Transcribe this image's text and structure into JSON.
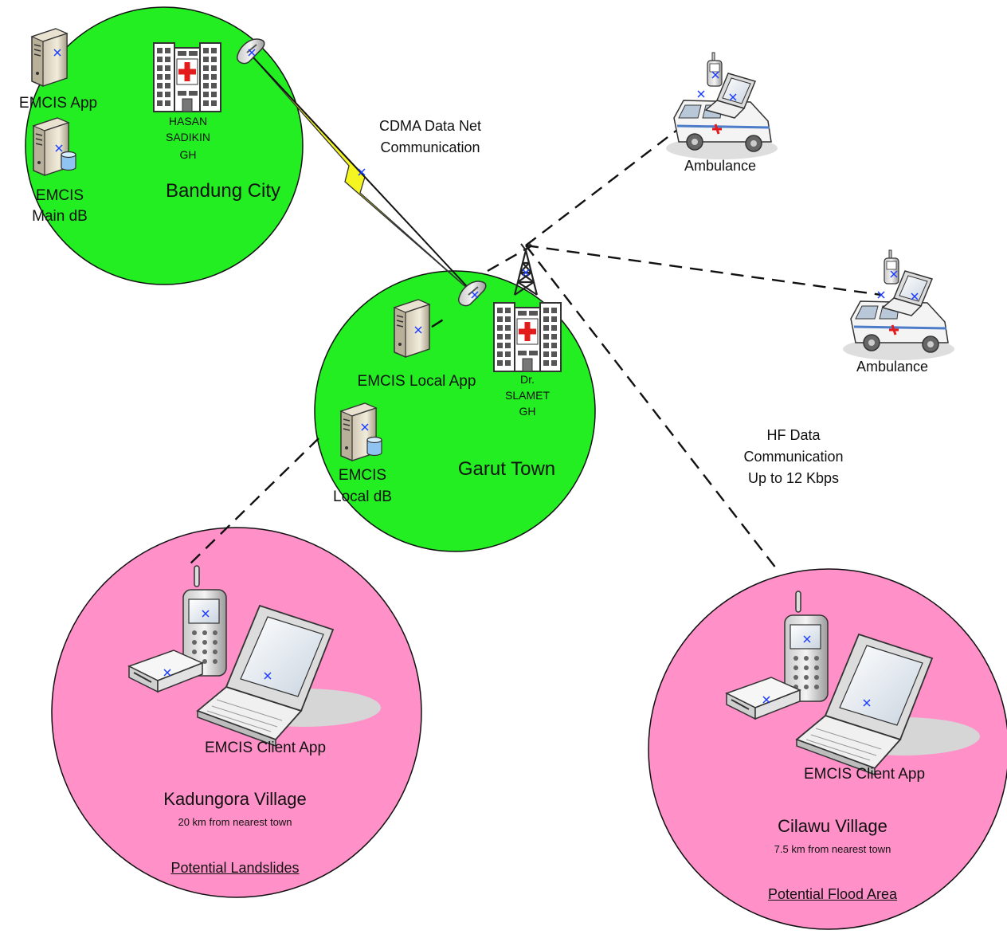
{
  "regions": {
    "bandung": {
      "name": "Bandung City"
    },
    "garut": {
      "name": "Garut Town"
    },
    "kadungora": {
      "name": "Kadungora Village",
      "distance": "20 km from nearest town",
      "risk": "Potential Landslides"
    },
    "cilawu": {
      "name": "Cilawu Village",
      "distance": "7.5 km from nearest town",
      "risk": "Potential Flood Area"
    }
  },
  "nodes": {
    "emcis_app": "EMCIS App",
    "emcis_main_db_1": "EMCIS",
    "emcis_main_db_2": "Main dB",
    "hasan_1": "HASAN",
    "hasan_2": "SADIKIN",
    "hasan_3": "GH",
    "emcis_local_app": "EMCIS Local App",
    "slamet_1": "Dr.",
    "slamet_2": "SLAMET",
    "slamet_3": "GH",
    "emcis_local_db_1": "EMCIS",
    "emcis_local_db_2": "Local dB",
    "ambulance_1": "Ambulance",
    "ambulance_2": "Ambulance",
    "client_app_1": "EMCIS Client App",
    "client_app_2": "EMCIS Client App"
  },
  "links": {
    "cdma_1": "CDMA Data Net",
    "cdma_2": "Communication",
    "hf_1": "HF Data",
    "hf_2": "Communication",
    "hf_3": "Up to 12 Kbps"
  },
  "colors": {
    "town": "#22ee22",
    "village": "#ff90c8",
    "lightning": "#f5f522"
  }
}
